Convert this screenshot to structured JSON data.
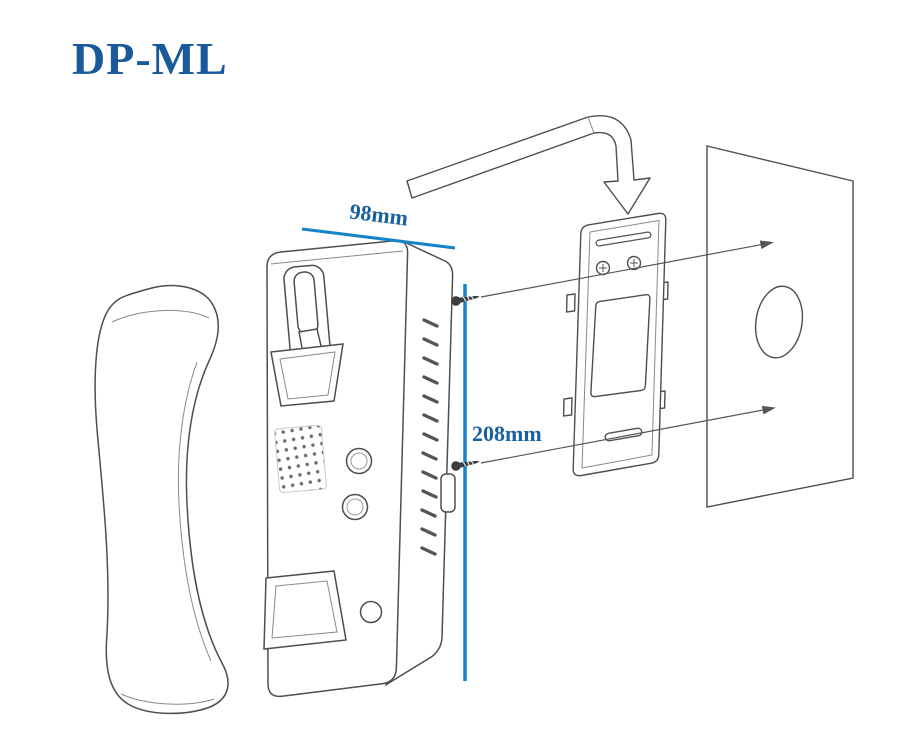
{
  "title": {
    "label": "DP-ML"
  },
  "dimensions": {
    "width": {
      "label": "98mm"
    },
    "height": {
      "label": "208mm"
    }
  },
  "colors": {
    "title_text": "#19599C",
    "dimension_text": "#17619F",
    "dimension_line": "#1583C9",
    "line_art": "#4E4E4E"
  },
  "parts": [
    {
      "name": "handset"
    },
    {
      "name": "main-unit"
    },
    {
      "name": "mounting-screws"
    },
    {
      "name": "mounting-bracket"
    },
    {
      "name": "wall-panel"
    },
    {
      "name": "mounting-direction-arrow"
    }
  ]
}
